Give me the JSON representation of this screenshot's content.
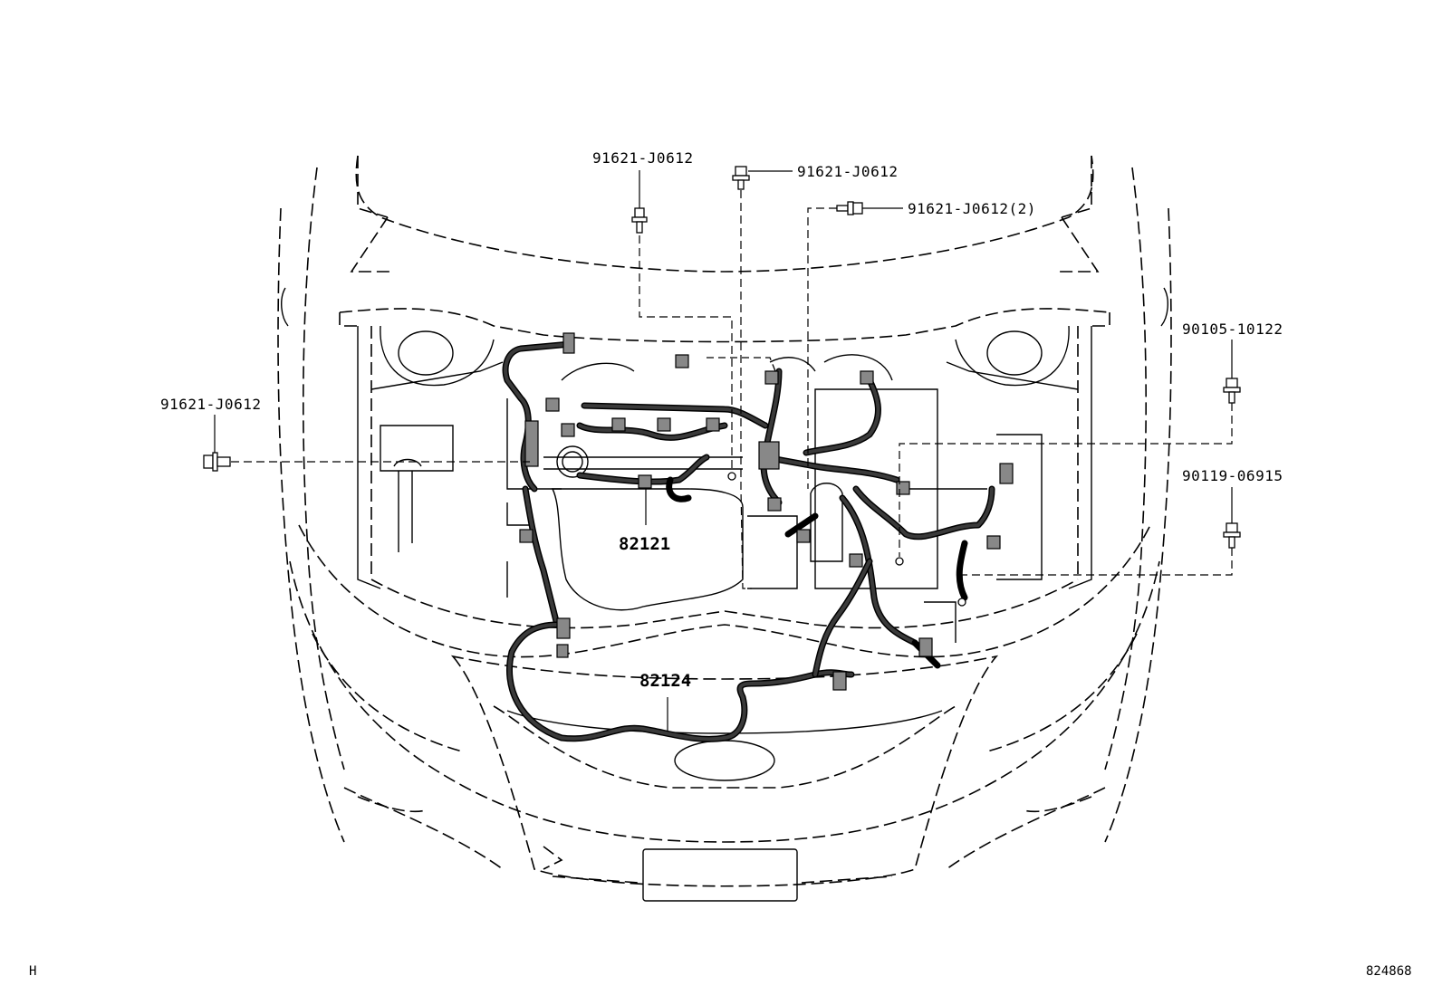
{
  "labels": {
    "bolt_top_center": "91621-J0612",
    "bolt_top_right": "91621-J0612",
    "bolt_top_clip": "91621-J0612(2)",
    "bolt_left": "91621-J0612",
    "bolt_right_upper": "90105-10122",
    "bolt_right_lower": "90119-06915",
    "harness_engine": "82121",
    "harness_front": "82124"
  },
  "corner": {
    "bottom_left": "H",
    "bottom_right": "824868"
  }
}
